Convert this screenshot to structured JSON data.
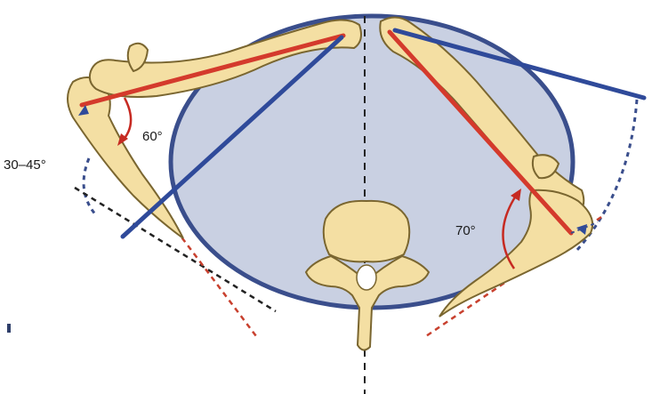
{
  "labels": {
    "left_range": "30–45°",
    "left_angle": "60°",
    "right_angle": "70°"
  },
  "colors": {
    "thorax_fill": "#c9d0e2",
    "thorax_stroke": "#3a4e8c",
    "bone_fill": "#f4dfa3",
    "bone_stroke": "#7a6630",
    "red_line": "#d43a2c",
    "blue_line": "#2f4a9a",
    "dash_dark": "#222222",
    "dash_red": "#c8402e",
    "dash_blue": "#3a4e8c",
    "arrow_red": "#c62a22"
  },
  "icons": {
    "vertebra": "vertebra-icon",
    "left_scapula": "scapula-icon",
    "right_scapula": "scapula-icon",
    "left_clavicle": "clavicle-icon",
    "right_clavicle": "clavicle-icon"
  }
}
